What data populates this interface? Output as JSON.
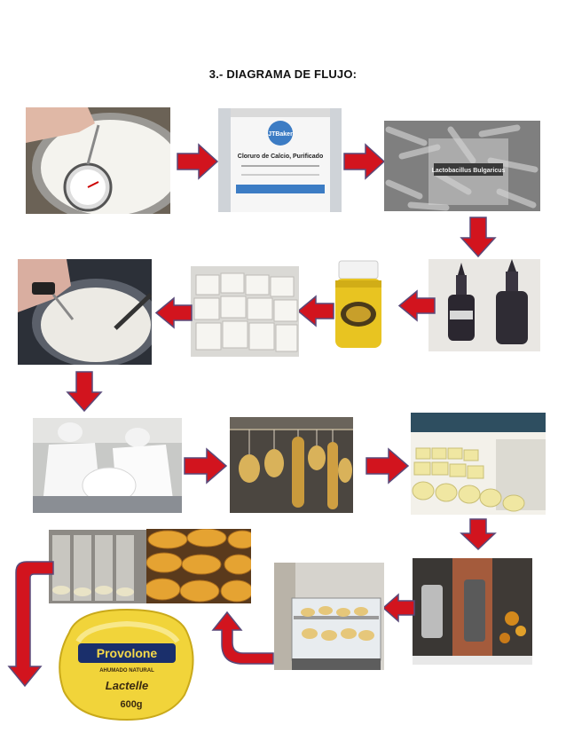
{
  "page": {
    "title": "3.- DIAGRAMA DE FLUJO:"
  },
  "labels": {
    "calcium_brand": "JTBaker",
    "calcium_label": "Cloruro de Calcio, Purificado",
    "lactobacillus_label": "Lactobacillus Bulgaricus",
    "provolone_brand": "Provolone",
    "provolone_sub": "AHUMADO NATURAL",
    "provolone_maker": "Lactelle",
    "provolone_weight": "600g"
  },
  "colors": {
    "arrow_fill": "#d2141e",
    "arrow_stroke": "#5a4a7a"
  }
}
